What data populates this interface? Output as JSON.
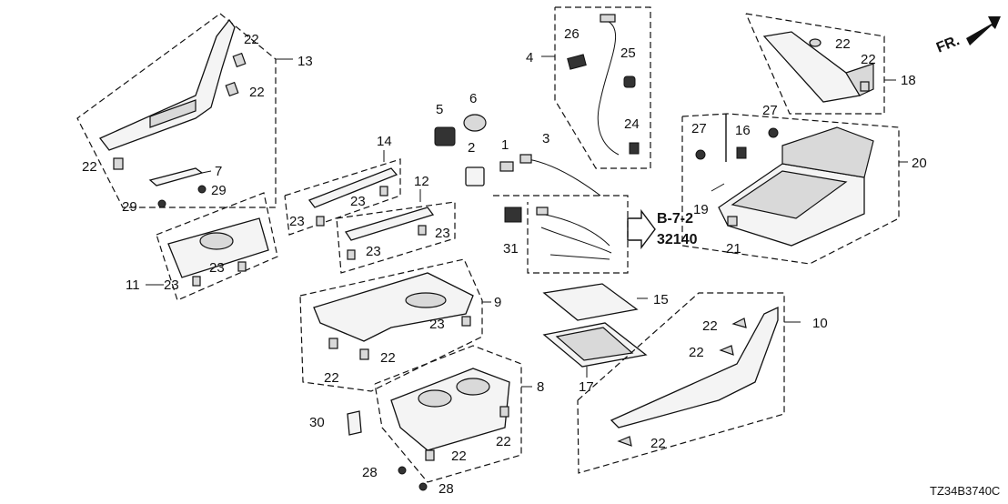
{
  "diagram": {
    "callouts": {
      "c1": "1",
      "c2": "2",
      "c3": "3",
      "c4": "4",
      "c5": "5",
      "c6": "6",
      "c7": "7",
      "c8": "8",
      "c9": "9",
      "c10": "10",
      "c11": "11",
      "c12": "12",
      "c13": "13",
      "c14": "14",
      "c15": "15",
      "c16": "16",
      "c17": "17",
      "c18": "18",
      "c19": "19",
      "c20": "20",
      "c21": "21",
      "c22": "22",
      "c23": "23",
      "c24": "24",
      "c25": "25",
      "c26": "26",
      "c27": "27",
      "c28": "28",
      "c29": "29",
      "c30": "30",
      "c31": "31"
    },
    "reference": {
      "section": "B-7-2",
      "number": "32140"
    },
    "direction_label": "FR.",
    "drawing_code": "TZ34B3740C"
  }
}
